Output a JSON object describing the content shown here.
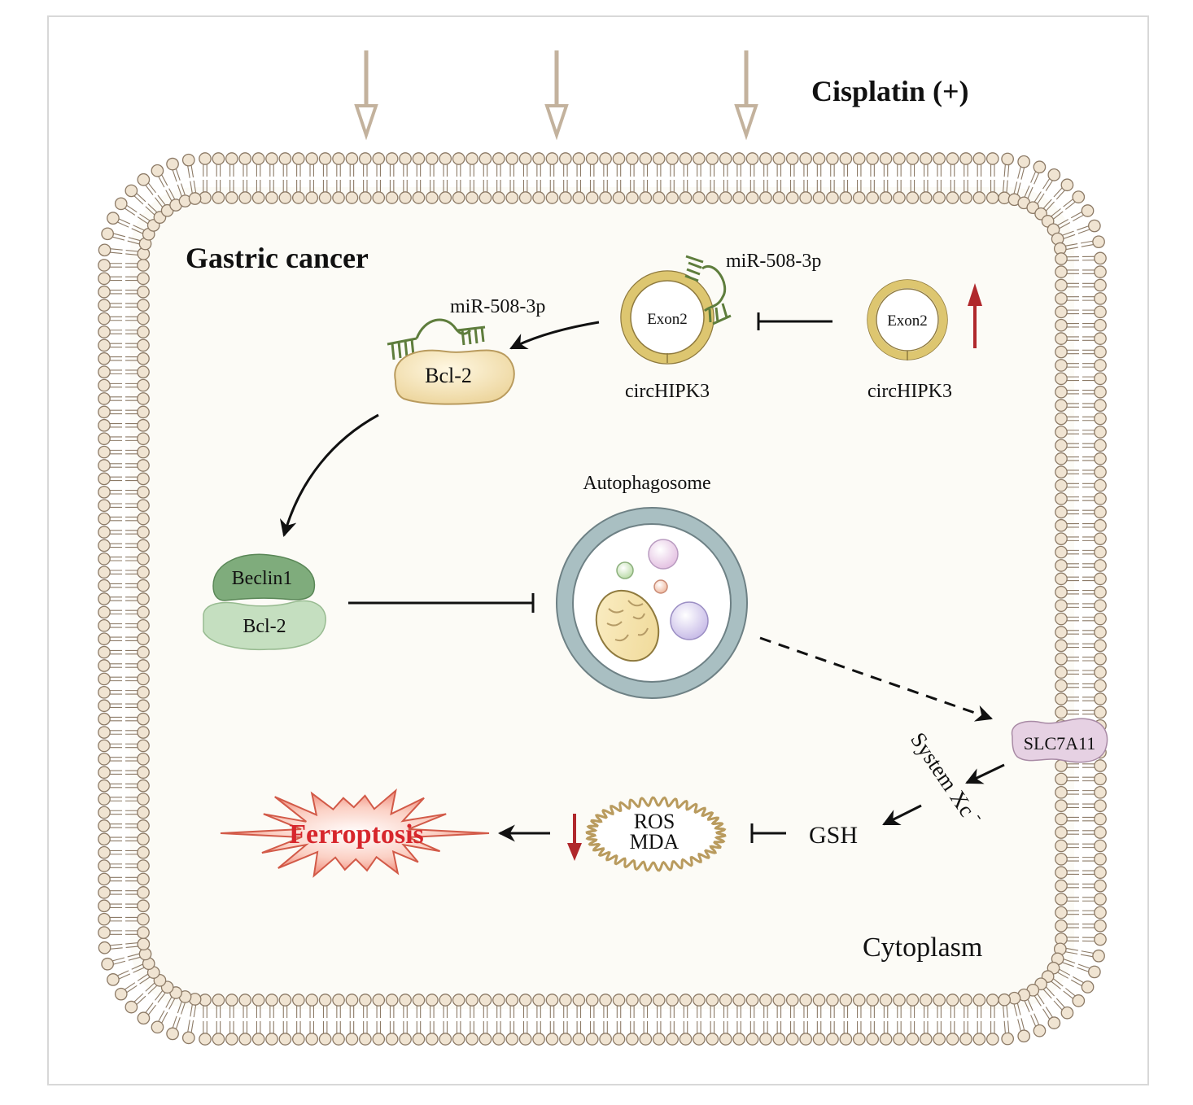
{
  "labels": {
    "cisplatin": "Cisplatin (+)",
    "gastric_cancer": "Gastric cancer",
    "cytoplasm": "Cytoplasm",
    "mirna_top": "miR-508-3p",
    "mirna_left": "miR-508-3p",
    "exon_left": "Exon2",
    "exon_right": "Exon2",
    "circ_left": "circHIPK3",
    "circ_right": "circHIPK3",
    "bcl2_top": "Bcl-2",
    "beclin1": "Beclin1",
    "bcl2_complex": "Bcl-2",
    "autophagosome": "Autophagosome",
    "slc7a11": "SLC7A11",
    "system_xc": "System Xc",
    "system_xc_sup": "-",
    "gsh": "GSH",
    "ros": "ROS",
    "mda": "MDA",
    "ferroptosis": "Ferroptosis"
  },
  "colors": {
    "lipid_head_fill": "#f0e4d2",
    "lipid_stroke": "#8c7a66",
    "cell_fill": "#fcfbf6",
    "drug_arrow": "#c3b29d",
    "circ_ring": "#ddc670",
    "rna_green": "#5e7d3c",
    "bcl2_fill": "#f5e2b2",
    "beclin1_fill": "#7fac7c",
    "bcl2_complex_fill": "#c5dfc0",
    "autophagosome_ring": "#a9bfc2",
    "slc7a11_fill": "#e6d1e3",
    "up_down_arrow": "#b0282c",
    "ferroptosis_text": "#d7262c"
  }
}
